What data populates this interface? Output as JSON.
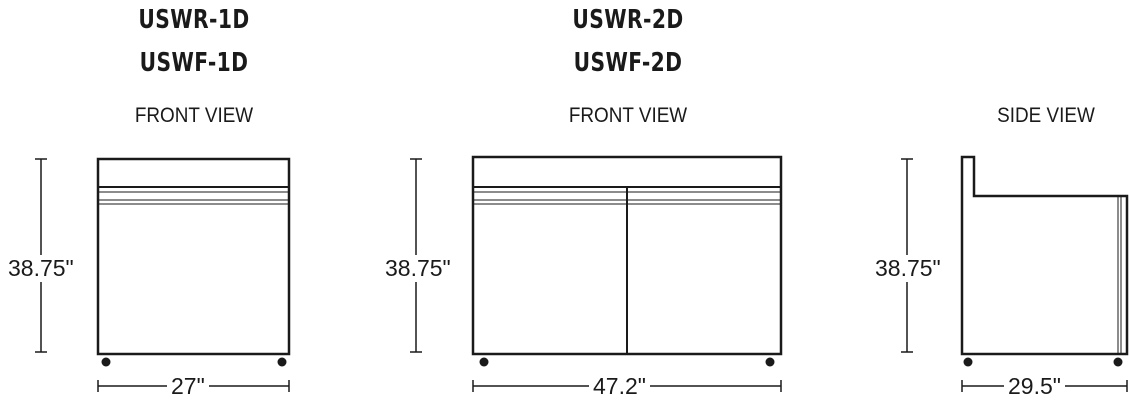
{
  "diagram_1": {
    "models": [
      "USWR-1D",
      "USWF-1D"
    ],
    "view": "FRONT VIEW",
    "height": "38.75\"",
    "width": "27\""
  },
  "diagram_2": {
    "models": [
      "USWR-2D",
      "USWF-2D"
    ],
    "view": "FRONT VIEW",
    "height": "38.75\"",
    "width": "47.2\""
  },
  "diagram_3": {
    "view": "SIDE VIEW",
    "height": "38.75\"",
    "depth": "29.5\""
  },
  "colors": {
    "line": "#1a1a1a",
    "background": "#ffffff"
  }
}
